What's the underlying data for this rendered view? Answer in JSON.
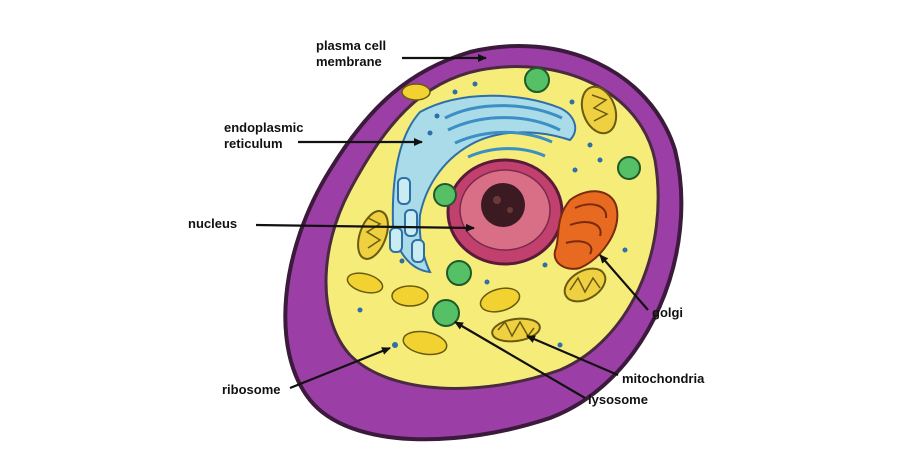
{
  "labels": {
    "plasma_membrane": {
      "line1": "plasma cell",
      "line2": "membrane"
    },
    "endoplasmic_reticulum": {
      "line1": "endoplasmic",
      "line2": "reticulum"
    },
    "nucleus": "nucleus",
    "ribosome": "ribosome",
    "golgi": "golgi",
    "mitochondria": "mitochondria",
    "lysosome": "lysosome"
  },
  "colors": {
    "membrane": "#9b3fa6",
    "membrane_outline": "#3b1a3c",
    "cytoplasm": "#f5ec7a",
    "er": "#a9dbe8",
    "er_tubes": "#3b8fc4",
    "nucleus_outer": "#c2406e",
    "nucleus_inner": "#d86f86",
    "nucleolus": "#3b1a22",
    "golgi": "#e86a20",
    "mitochondria": "#efd040",
    "lysosome": "#56c067",
    "ribosome": "#2d6fa6",
    "arrow": "#111111"
  }
}
